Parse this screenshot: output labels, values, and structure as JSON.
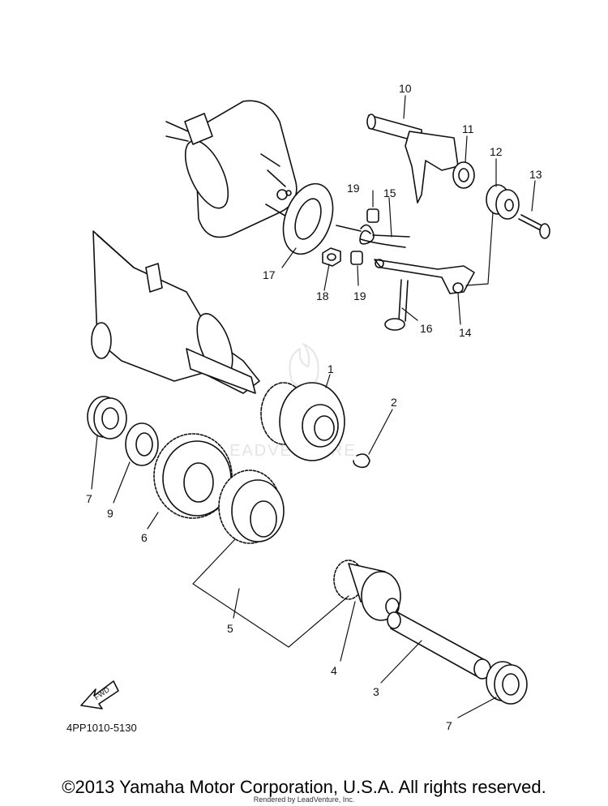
{
  "diagram": {
    "part_labels": [
      "1",
      "2",
      "3",
      "4",
      "5",
      "6",
      "7",
      "7",
      "9",
      "10",
      "11",
      "12",
      "13",
      "14",
      "15",
      "16",
      "17",
      "18",
      "19",
      "19"
    ],
    "diagram_code": "4PP1010-5130",
    "fwd_label": "FWD",
    "watermark": "LEADVENTURE"
  },
  "footer": {
    "copyright": "©2013 Yamaha Motor Corporation, U.S.A. All rights reserved.",
    "rendered_by": "Rendered by LeadVenture, Inc."
  }
}
